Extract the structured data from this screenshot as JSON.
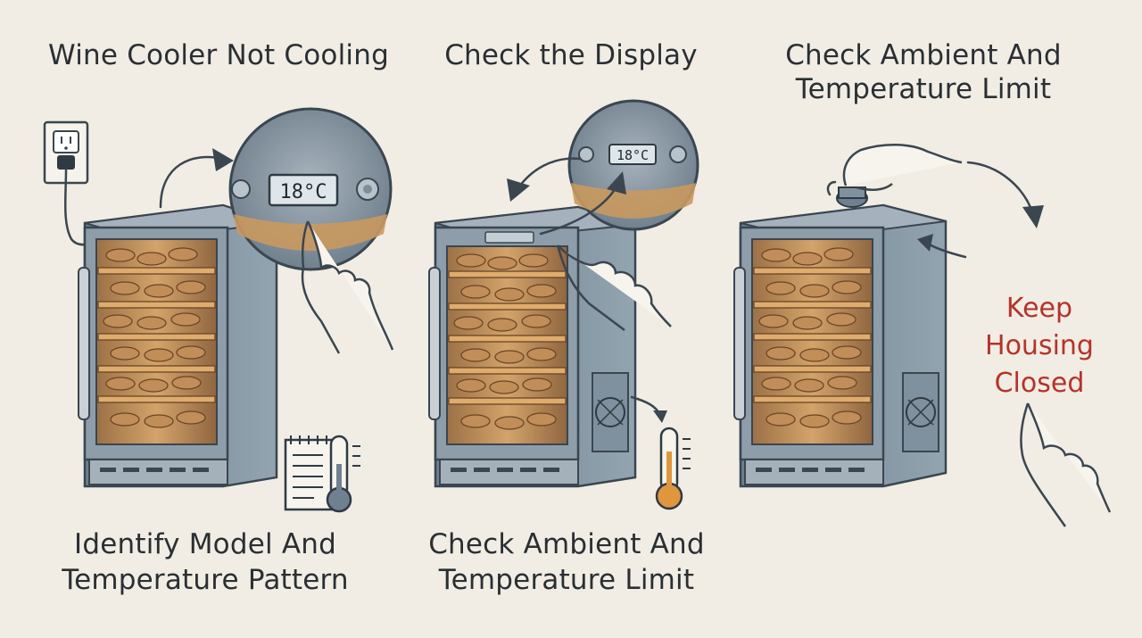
{
  "panels": [
    {
      "title": "Wine Cooler Not Cooling",
      "caption_line1": "Identify Model And",
      "caption_line2": "Temperature Pattern",
      "display_reading": "18°C"
    },
    {
      "title": "Check the Display",
      "caption_line1": "Check Ambient And",
      "caption_line2": "Temperature Limit",
      "display_reading": "18°C"
    },
    {
      "title_line1": "Check Ambient And",
      "title_line2": "Temperature Limit",
      "warning_line1": "Keep",
      "warning_line2": "Housing",
      "warning_line3": "Closed"
    }
  ],
  "colors": {
    "background": "#f1ede4",
    "cabinet": "#8a9ba9",
    "cabinet_dark": "#5e6f7d",
    "interior": "#c89a62",
    "shelf": "#d9a86a",
    "warning_text": "#b4332b",
    "thermometer_bulb": "#e0963d"
  },
  "icons": [
    "power-outlet-icon",
    "checklist-icon",
    "thermometer-icon",
    "fan-grille-icon",
    "pointing-hand-icon",
    "adjust-knob-icon"
  ]
}
